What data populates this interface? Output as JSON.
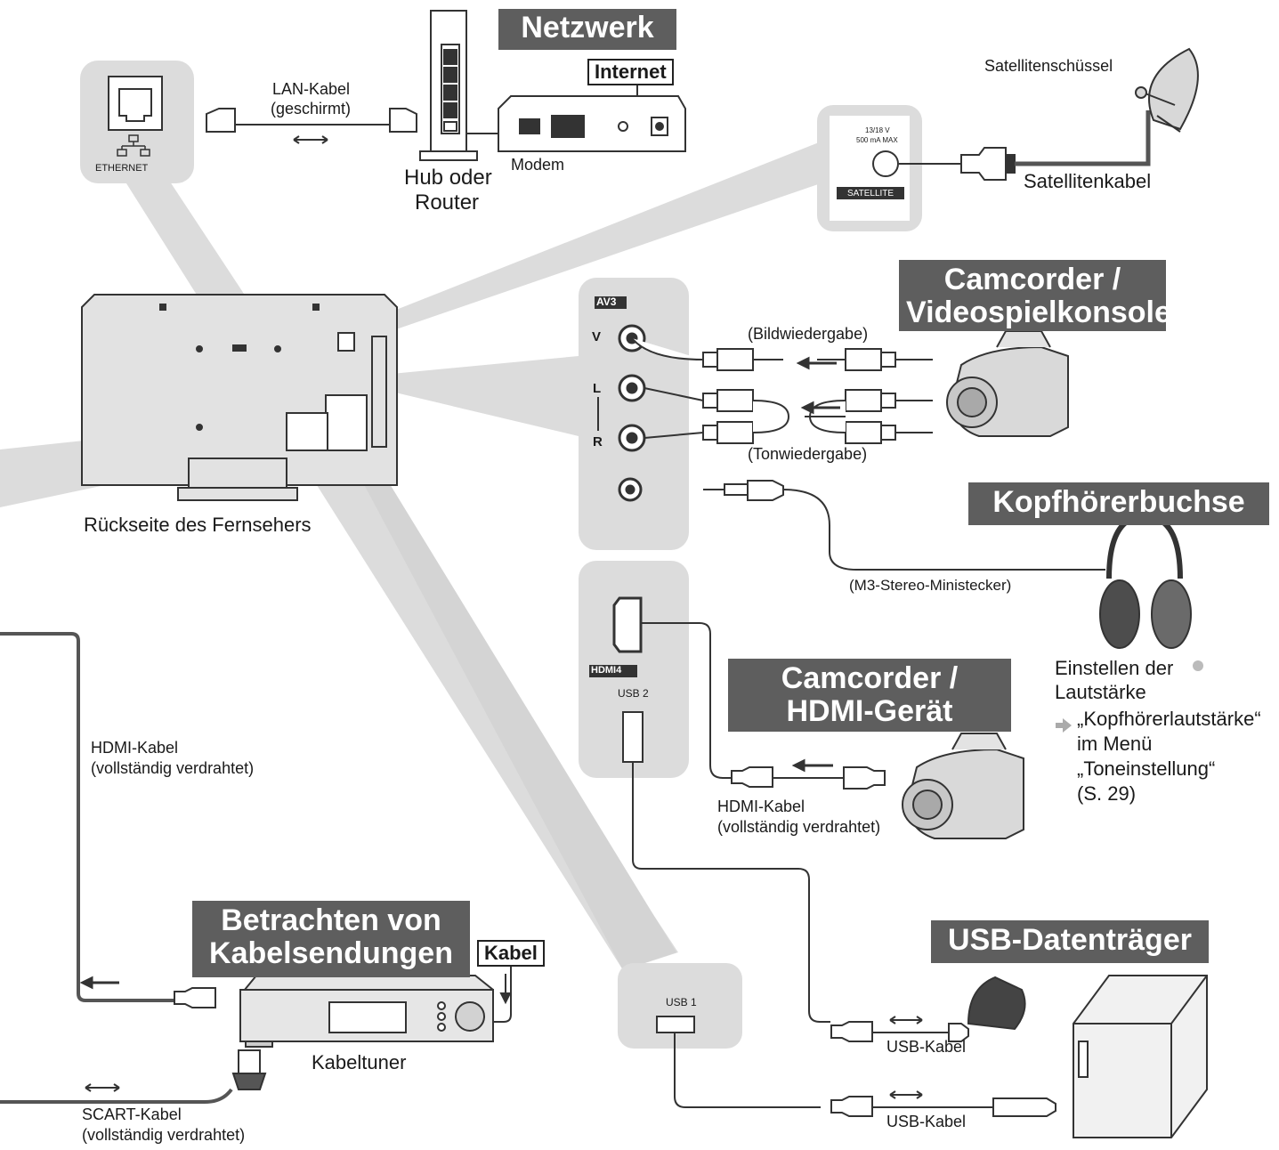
{
  "sections": {
    "network": "Netzwerk",
    "camcorder_av": "Camcorder / Videospielkonsole",
    "headphones": "Kopfhörerbuchse",
    "camcorder_hdmi": "Camcorder / HDMI-Gerät",
    "cable_reception": "Betrachten von Kabelsendungen",
    "usb_storage": "USB-Datenträger"
  },
  "labels": {
    "internet": "Internet",
    "cable": "Kabel",
    "lan_cable": "LAN-Kabel",
    "lan_cable_note": "(geschirmt)",
    "ethernet": "ETHERNET",
    "hub_router_1": "Hub oder",
    "hub_router_2": "Router",
    "modem": "Modem",
    "satellite_dish": "Satellitenschüssel",
    "satellite_cable": "Satellitenkabel",
    "satellite_port": "SATELLITE",
    "sat_spec_1": "13/18 V",
    "sat_spec_2": "500 mA  MAX",
    "tv_back": "Rückseite des Fernsehers",
    "av3": "AV3",
    "v": "V",
    "l": "L",
    "r": "R",
    "video_playback": "(Bildwiedergabe)",
    "audio_playback": "(Tonwiedergabe)",
    "mini_plug": "(M3-Stereo-Ministecker)",
    "hdmi4": "HDMI4",
    "usb2": "USB 2",
    "usb1": "USB 1",
    "hdmi_cable": "HDMI-Kabel",
    "fully_wired": "(vollständig verdrahtet)",
    "usb_cable": "USB-Kabel",
    "cable_tuner": "Kabeltuner",
    "scart_cable": "SCART-Kabel"
  },
  "volume_note": {
    "line1": "Einstellen der",
    "line2": "Lautstärke",
    "line3": "„Kopfhörerlautstärke“",
    "line4": "im Menü",
    "line5": "„Toneinstellung“",
    "line6": "(S. 29)"
  },
  "colors": {
    "title_bg": "#5e5e5e",
    "panel_bg": "#dcdcdc",
    "beam": "#cfcfcf"
  }
}
